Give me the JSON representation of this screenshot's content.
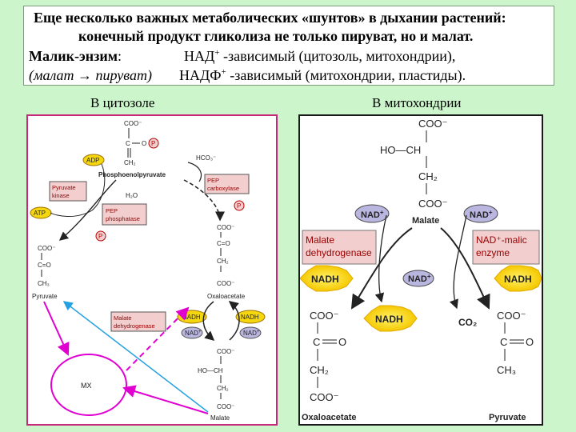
{
  "header": {
    "line1": "Еще несколько важных метаболических «шунтов» в дыхании растений:",
    "line2": "конечный продукт  гликолиза не только пируват,  но и малат.",
    "enzyme_label": "Малик-энзим",
    "colon": ":",
    "nad_main": "НАД",
    "sup_plus": "+",
    "nad_dep": " -зависимый (цитозоль, митохондрии),",
    "reaction": "(малат → пируват)",
    "nadp_main": "НАДФ",
    "nadp_dep": " -зависимый (митохондрии, пластиды)."
  },
  "left_title": "В цитозоле",
  "right_title": "В митохондрии",
  "left": {
    "coo": "COO⁻",
    "c": "C",
    "o": "O",
    "p": "P",
    "ch2": "CH₂",
    "ch3": "CH₃",
    "c_o": "C=O",
    "pep": "Phosphoenolpyruvate",
    "hco3": "HCO₃⁻",
    "pep_carboxylase": [
      "PEP",
      "carboxylase"
    ],
    "adp": "ADP",
    "atp": "ATP",
    "pyr_kinase": [
      "Pyruvate",
      "kinase"
    ],
    "h2o": "H₂O",
    "pep_phosphatase": [
      "PEP",
      "phosphatase"
    ],
    "pyruvate": "Pyruvate",
    "oxaloacetate": "Oxaloacetate",
    "malate": "Malate",
    "ho_ch": "HO—CH",
    "malate_dh": [
      "Malate",
      "dehydrogenase"
    ],
    "nadh": "NADH",
    "nad": "NAD",
    "plus": "+",
    "mx": "МХ"
  },
  "right": {
    "coo": "COO⁻",
    "ho_ch": "HO—CH",
    "ch2": "CH₂",
    "ch3": "CH₃",
    "c_o": "C—O",
    "c": "C",
    "o": "O",
    "nad": "NAD",
    "plus": "+",
    "malate": "Malate",
    "malate_dh": [
      "Malate",
      "dehydrogenase"
    ],
    "malic_enzyme": [
      "NAD⁺-malic",
      "enzyme"
    ],
    "nadh": "NADH",
    "co2": "CO₂",
    "oxaloacetate": "Oxaloacetate",
    "pyruvate": "Pyruvate"
  },
  "colors": {
    "background": "#ccf5cc",
    "left_border": "#c8287a",
    "right_border": "#1a1a1a",
    "nadh_fill": "#f5d70f",
    "nad_fill": "#b9b6e0",
    "enzyme_box": "#f2cece",
    "magenta": "#e000d0",
    "blue": "#22a0e0"
  }
}
